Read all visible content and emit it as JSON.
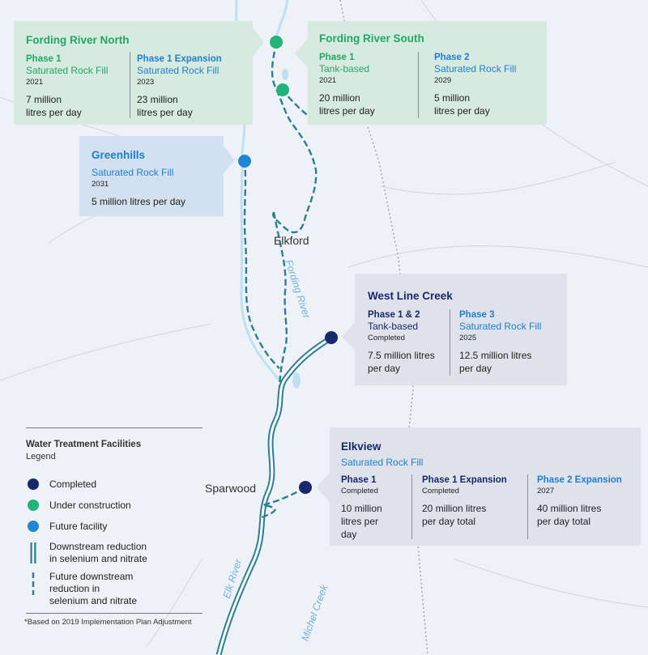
{
  "map_labels": {
    "elkford": "Elkford",
    "sparwood": "Sparwood",
    "fording_river": "Fording River",
    "elk_river": "Elk River",
    "michel_creek": "Michel Creek"
  },
  "colors": {
    "completed": "#17296c",
    "under_construction": "#22b37a",
    "future": "#1f86d1",
    "river_line": "#2a7f96",
    "water": "#bfe0f2"
  },
  "facilities": {
    "fording_north": {
      "title": "Fording River North",
      "status": "under-construction",
      "phases": [
        {
          "name": "Phase 1",
          "tech": "Saturated Rock Fill",
          "year": "2021",
          "capacity": "7 million\nlitres per day"
        },
        {
          "name": "Phase 1 Expansion",
          "tech": "Saturated Rock Fill",
          "year": "2023",
          "capacity": "23 million\nlitres per day"
        }
      ]
    },
    "fording_south": {
      "title": "Fording River South",
      "status": "under-construction",
      "phases": [
        {
          "name": "Phase 1",
          "tech": "Tank-based",
          "year": "2021",
          "capacity": "20 million\nlitres per day"
        },
        {
          "name": "Phase 2",
          "tech": "Saturated Rock Fill",
          "year": "2029",
          "capacity": "5 million\nlitres per day"
        }
      ]
    },
    "greenhills": {
      "title": "Greenhills",
      "status": "future",
      "tech": "Saturated Rock Fill",
      "year": "2031",
      "capacity": "5 million litres per day"
    },
    "west_line_creek": {
      "title": "West Line Creek",
      "status": "completed",
      "phases": [
        {
          "name": "Phase 1 & 2",
          "tech": "Tank-based",
          "year": "Completed",
          "capacity": "7.5 million litres\nper day"
        },
        {
          "name": "Phase 3",
          "tech": "Saturated Rock Fill",
          "year": "2025",
          "capacity": "12.5 million litres\nper day"
        }
      ]
    },
    "elkview": {
      "title": "Elkview",
      "status": "completed",
      "tech": "Saturated Rock Fill",
      "phases": [
        {
          "name": "Phase 1",
          "year": "Completed",
          "capacity": "10 million\nlitres per\nday"
        },
        {
          "name": "Phase 1 Expansion",
          "year": "Completed",
          "capacity": "20 million litres\nper day total"
        },
        {
          "name": "Phase 2 Expansion",
          "year": "2027",
          "capacity": "40 million litres\nper day total"
        }
      ]
    }
  },
  "legend": {
    "title": "Water Treatment Facilities",
    "subtitle": "Legend",
    "items": [
      {
        "label": "Completed",
        "symbol": "completed-dot"
      },
      {
        "label": "Under construction",
        "symbol": "under-construction-dot"
      },
      {
        "label": "Future facility",
        "symbol": "future-dot"
      },
      {
        "label": "Downstream reduction\nin selenium and nitrate",
        "symbol": "solid-river-line"
      },
      {
        "label": "Future downstream\nreduction in\nselenium and nitrate",
        "symbol": "dashed-river-line"
      }
    ]
  },
  "footnote": "*Based on 2019 Implementation Plan Adjustment"
}
